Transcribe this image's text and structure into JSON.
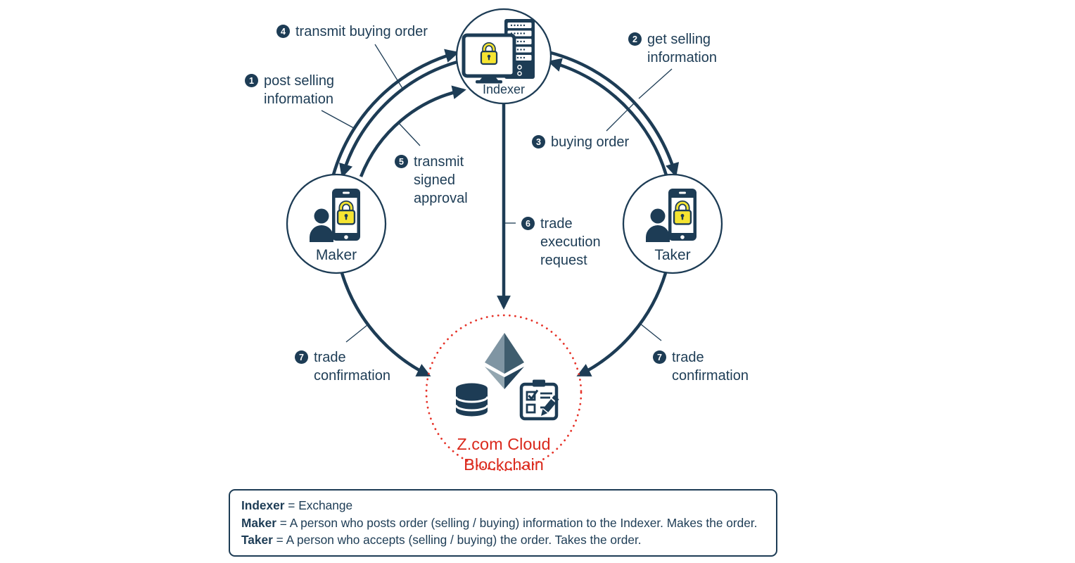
{
  "nodes": {
    "indexer": {
      "label": "Indexer",
      "icon": "monitor-lock-server-icon"
    },
    "maker": {
      "label": "Maker",
      "icon": "person-smartphone-lock-icon"
    },
    "taker": {
      "label": "Taker",
      "icon": "person-smartphone-lock-icon"
    },
    "blockchain": {
      "caption": [
        "Z.com Cloud",
        "Blockchain"
      ],
      "icons": [
        "ethereum-icon",
        "database-icon",
        "contract-checklist-pen-icon"
      ]
    }
  },
  "steps": {
    "s1": {
      "num": "1",
      "lines": [
        "post selling",
        "information"
      ]
    },
    "s2": {
      "num": "2",
      "lines": [
        "get selling",
        "information"
      ]
    },
    "s3": {
      "num": "3",
      "lines": [
        "buying order"
      ]
    },
    "s4": {
      "num": "4",
      "lines": [
        "transmit buying order"
      ]
    },
    "s5": {
      "num": "5",
      "lines": [
        "transmit",
        "signed",
        "approval"
      ]
    },
    "s6": {
      "num": "6",
      "lines": [
        "trade",
        "execution",
        "request"
      ]
    },
    "s7_left": {
      "num": "7",
      "lines": [
        "trade",
        "confirmation"
      ]
    },
    "s7_right": {
      "num": "7",
      "lines": [
        "trade",
        "confirmation"
      ]
    }
  },
  "legend": {
    "rows": [
      {
        "term": "Indexer",
        "desc": "= Exchange"
      },
      {
        "term": "Maker",
        "desc": "= A person who posts order (selling / buying) information to the Indexer. Makes the order."
      },
      {
        "term": "Taker",
        "desc": "= A person who accepts (selling / buying) the order. Takes the order."
      }
    ]
  },
  "colors": {
    "navy": "#1d3c55",
    "lock_yellow": "#f5e431",
    "red_text": "#da291c",
    "dotted_red": "#e63329",
    "eth_upper_left": "#7f95a3",
    "eth_upper_right": "#3f5d6e",
    "eth_lower_left": "#93a6b0",
    "eth_lower_right": "#24435a"
  }
}
